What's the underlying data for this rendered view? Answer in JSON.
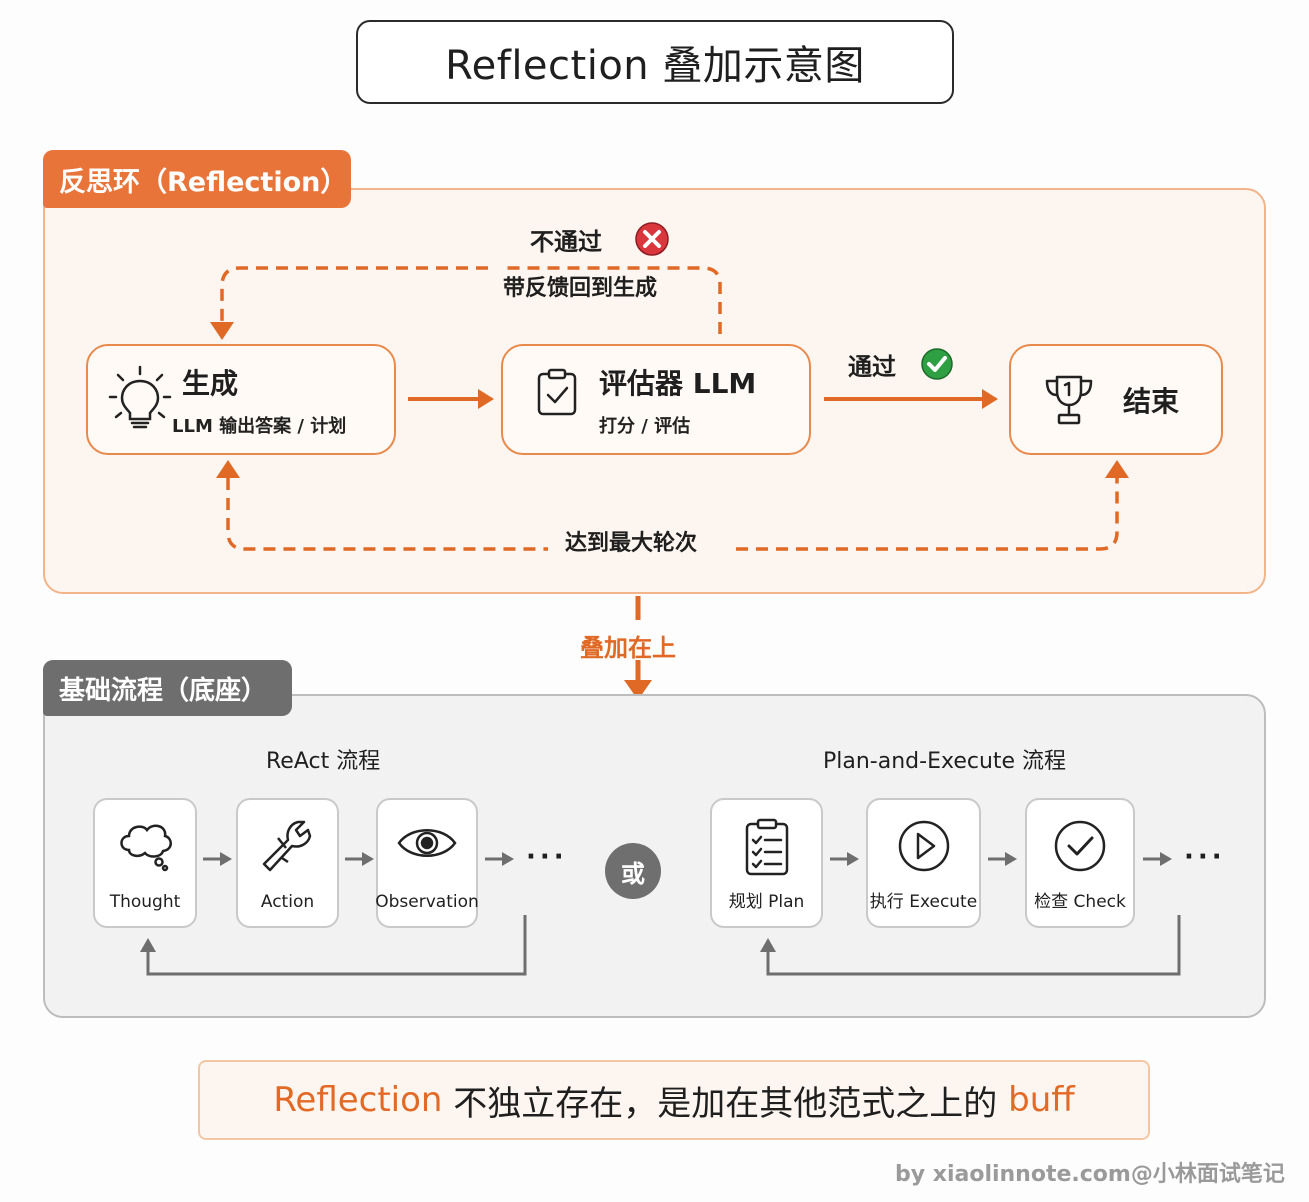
{
  "title": "Reflection 叠加示意图",
  "colors": {
    "accent": "#e8743a",
    "gray": "#6e6e6e",
    "pass": "#2ea043",
    "fail": "#d9363e"
  },
  "reflection": {
    "tab": "反思环（Reflection）",
    "generate": {
      "title": "生成",
      "subtitle": "LLM 输出答案 / 计划",
      "icon": "lightbulb-icon"
    },
    "evaluator": {
      "title": "评估器 LLM",
      "subtitle": "打分 / 评估",
      "icon": "clipboard-check-icon"
    },
    "end": {
      "title": "结束",
      "icon": "trophy-icon"
    },
    "fail_label": "不通过",
    "fail_sub": "带反馈回到生成",
    "pass_label": "通过",
    "max_rounds_label": "达到最大轮次"
  },
  "overlay_label": "叠加在上",
  "base": {
    "tab": "基础流程（底座）",
    "react": {
      "title": "ReAct 流程",
      "steps": [
        {
          "label": "Thought",
          "icon": "thought-bubble-icon"
        },
        {
          "label": "Action",
          "icon": "wrench-icon"
        },
        {
          "label": "Observation",
          "icon": "eye-icon"
        }
      ],
      "ellipsis": "···"
    },
    "or": "或",
    "plan_execute": {
      "title": "Plan-and-Execute 流程",
      "steps": [
        {
          "label": "规划 Plan",
          "icon": "checklist-icon"
        },
        {
          "label": "执行 Execute",
          "icon": "play-icon"
        },
        {
          "label": "检查 Check",
          "icon": "check-circle-icon"
        }
      ],
      "ellipsis": "···"
    }
  },
  "summary": {
    "prefix": "Reflection",
    "middle": " 不独立存在，是加在其他范式之上的 ",
    "suffix": "buff"
  },
  "watermark": "by xiaolinnote.com@小林面试笔记"
}
